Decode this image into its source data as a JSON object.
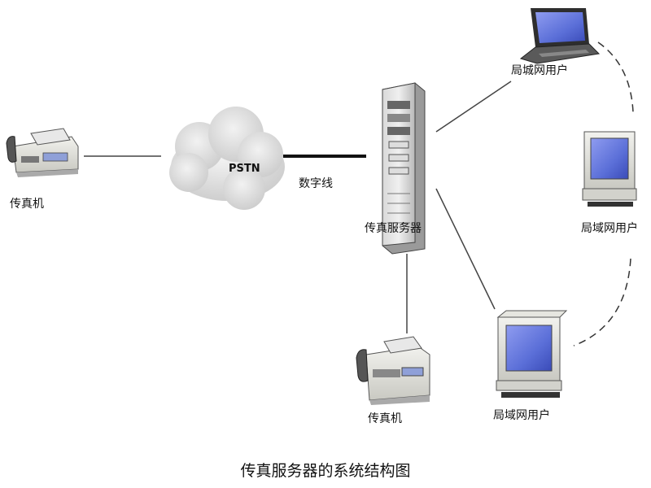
{
  "diagram": {
    "caption": "传真服务器的系统结构图",
    "nodes": {
      "fax_left": {
        "label": "传真机",
        "icon": "fax-machine-icon"
      },
      "pstn": {
        "label": "PSTN",
        "icon": "cloud-icon"
      },
      "fax_server": {
        "label": "传真服务器",
        "icon": "server-tower-icon"
      },
      "fax_bottom": {
        "label": "传真机",
        "icon": "fax-machine-icon"
      },
      "lan_user_laptop": {
        "label": "局城网用户",
        "icon": "laptop-icon"
      },
      "lan_user_desktop_right": {
        "label": "局域网用户",
        "icon": "desktop-computer-icon"
      },
      "lan_user_desktop_bottom": {
        "label": "局域网用户",
        "icon": "desktop-computer-icon"
      }
    },
    "edges": {
      "digital_line_label": "数字线"
    },
    "colors": {
      "screen": "#5b6fd8",
      "line": "#333333",
      "cloud": "#d9d9d9"
    }
  }
}
